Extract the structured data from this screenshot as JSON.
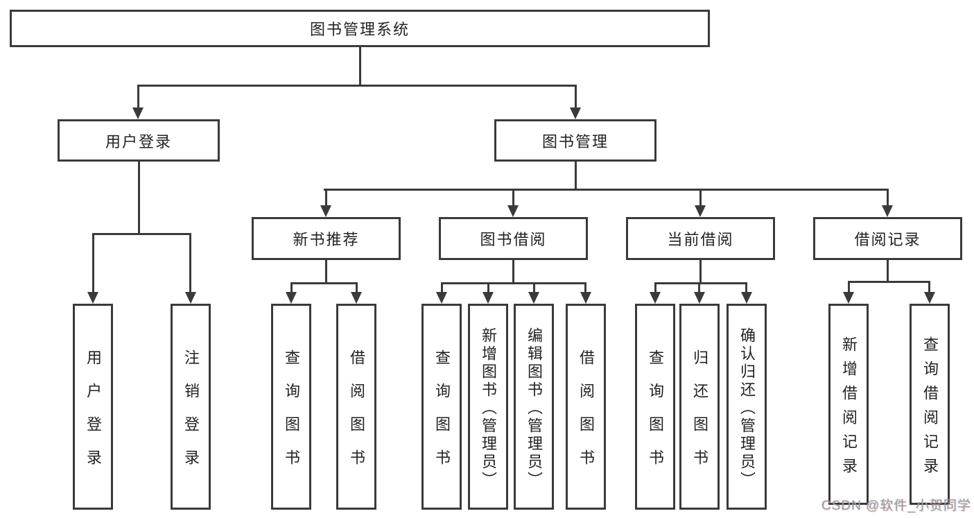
{
  "colors": {
    "line": "#3a3a3a",
    "box_bg": "#ffffff",
    "text": "#222222",
    "watermark": "#9e9e9e"
  },
  "root": {
    "label": "图书管理系统"
  },
  "login": {
    "label": "用户登录",
    "leaves": [
      {
        "label": "用户登录"
      },
      {
        "label": "注销登录"
      }
    ]
  },
  "management": {
    "label": "图书管理",
    "groups": [
      {
        "label": "新书推荐",
        "leaves": [
          {
            "label": "查询图书"
          },
          {
            "label": "借阅图书"
          }
        ]
      },
      {
        "label": "图书借阅",
        "leaves": [
          {
            "label": "查询图书"
          },
          {
            "label": "新增图书（管理员）"
          },
          {
            "label": "编辑图书（管理员）"
          },
          {
            "label": "借阅图书"
          }
        ]
      },
      {
        "label": "当前借阅",
        "leaves": [
          {
            "label": "查询图书"
          },
          {
            "label": "归还图书"
          },
          {
            "label": "确认归还（管理员）"
          }
        ]
      },
      {
        "label": "借阅记录",
        "leaves": [
          {
            "label": "新增借阅记录"
          },
          {
            "label": "查询借阅记录"
          }
        ]
      }
    ]
  },
  "watermark": {
    "text": "CSDN @软件_小贺同学"
  }
}
